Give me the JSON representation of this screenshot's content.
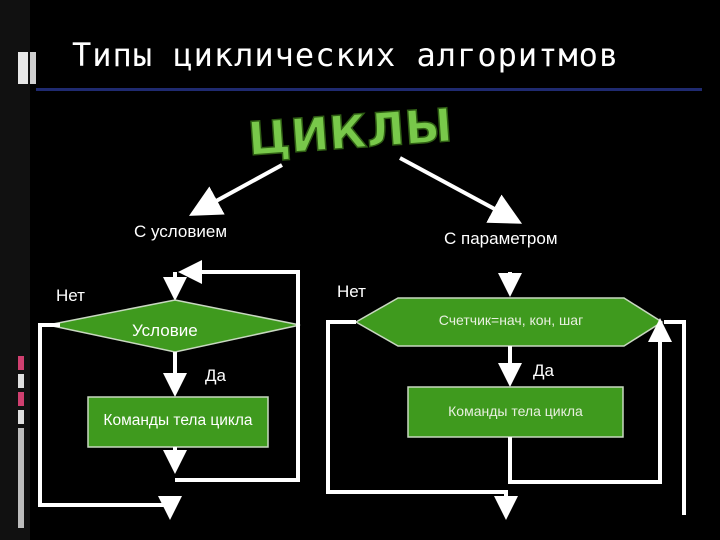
{
  "slide": {
    "title": "Типы циклических алгоритмов",
    "wordart": "ЦИКЛЫ"
  },
  "branches": {
    "left_label": "С   условием",
    "right_label": "С параметром"
  },
  "left_flow": {
    "no_label": "Нет",
    "condition": "Условие",
    "yes_label": "Да",
    "body": "Команды тела цикла"
  },
  "right_flow": {
    "no_label": "Нет",
    "header": "Счетчик=нач, кон, шаг",
    "yes_label": "Да",
    "body": "Команды тела цикла"
  },
  "colors": {
    "background": "#000000",
    "shape_fill": "#3f9a1e",
    "shape_stroke": "#c8d8c0",
    "wordart_fill": "#78c84a",
    "title_rule": "#1f2a70",
    "text": "#ffffff",
    "line": "#ffffff"
  }
}
